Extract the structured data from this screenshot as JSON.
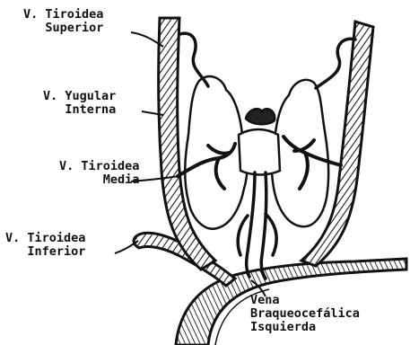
{
  "labels": {
    "tiroidea_superior": [
      "V. Tiroidea",
      "Superior"
    ],
    "yugular_interna": [
      "V. Yugular",
      "Interna"
    ],
    "tiroidea_media": [
      "V. Tiroidea",
      "Media"
    ],
    "tiroidea_inferior": [
      "V. Tiroidea",
      "Inferior"
    ],
    "braquiocefalica": [
      "Vena",
      "Braqueocefálica",
      "Isquierda"
    ]
  }
}
